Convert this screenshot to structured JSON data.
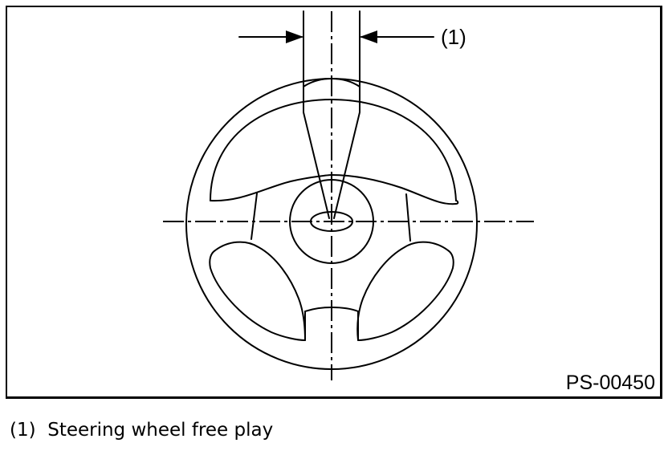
{
  "figure": {
    "callout_number": "(1)",
    "figure_id": "PS-00450"
  },
  "caption": {
    "number": "(1)",
    "text": "Steering wheel free play"
  }
}
